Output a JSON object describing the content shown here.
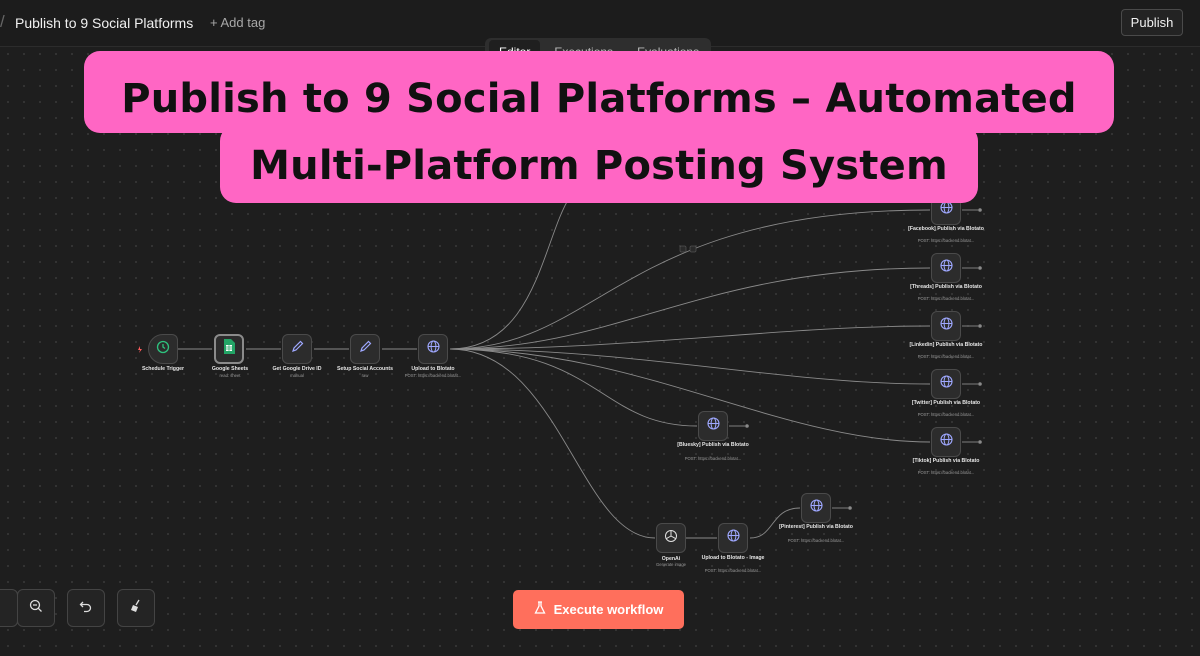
{
  "header": {
    "workflow_title": "Publish to 9 Social Platforms",
    "add_tag": "+ Add tag",
    "publish_label": "Publish",
    "tabs": [
      {
        "label": "Editor"
      },
      {
        "label": "Executions"
      },
      {
        "label": "Evaluations"
      }
    ]
  },
  "banner": {
    "line1": "Publish to 9 Social Platforms – Automated",
    "line2": "Multi-Platform Posting System"
  },
  "nodes": {
    "schedule": {
      "label": "Schedule Trigger",
      "icon": "clock-icon"
    },
    "sheets": {
      "label": "Google Sheets",
      "sub": "read: sheet",
      "icon": "google-sheets-icon"
    },
    "drive": {
      "label": "Get Google Drive ID",
      "sub": "manual",
      "icon": "pencil-icon"
    },
    "accounts": {
      "label": "Setup Social Accounts",
      "sub": "raw",
      "icon": "pencil-icon"
    },
    "upload": {
      "label": "Upload to Blotato",
      "sub": "POST: https://backend.blotat...",
      "icon": "globe-icon"
    },
    "facebook": {
      "label": "[Facebook] Publish via Blotato",
      "sub": "POST: https://backend.blotat...",
      "icon": "globe-icon"
    },
    "threads": {
      "label": "[Threads] Publish via Blotato",
      "sub": "POST: https://backend.blotat...",
      "icon": "globe-icon"
    },
    "linkedin": {
      "label": "[Linkedin] Publish via Blotato",
      "sub": "POST: https://backend.blotat...",
      "icon": "globe-icon"
    },
    "twitter": {
      "label": "[Twitter] Publish via Blotato",
      "sub": "POST: https://backend.blotat...",
      "icon": "globe-icon"
    },
    "tiktok": {
      "label": "[Tiktok] Publish via Blotato",
      "sub": "POST: https://backend.blotat...",
      "icon": "globe-icon"
    },
    "bluesky": {
      "label": "[Bluesky] Publish via Blotato",
      "sub": "POST: https://backend.blotat...",
      "icon": "globe-icon"
    },
    "openai": {
      "label": "OpenAi",
      "sub": "Generate image",
      "icon": "openai-icon"
    },
    "upload_image": {
      "label": "Upload to Blotato - Image",
      "sub": "POST: https://backend.blotat...",
      "icon": "globe-icon"
    },
    "pinterest": {
      "label": "[Pinterest] Publish via Blotato",
      "sub": "POST: https://backend.blotat...",
      "icon": "globe-icon"
    }
  },
  "controls": {
    "zoom_out_icon": "zoom-out-icon",
    "undo_icon": "undo-icon",
    "tidy_icon": "broom-icon",
    "execute_label": "Execute workflow",
    "execute_icon": "flask-icon"
  },
  "colors": {
    "banner": "#ff66c4",
    "execute": "#ff6f5c",
    "node_icon": "#9fa8ff",
    "sheets_green": "#23a566",
    "trigger_green": "#2ec27e"
  }
}
